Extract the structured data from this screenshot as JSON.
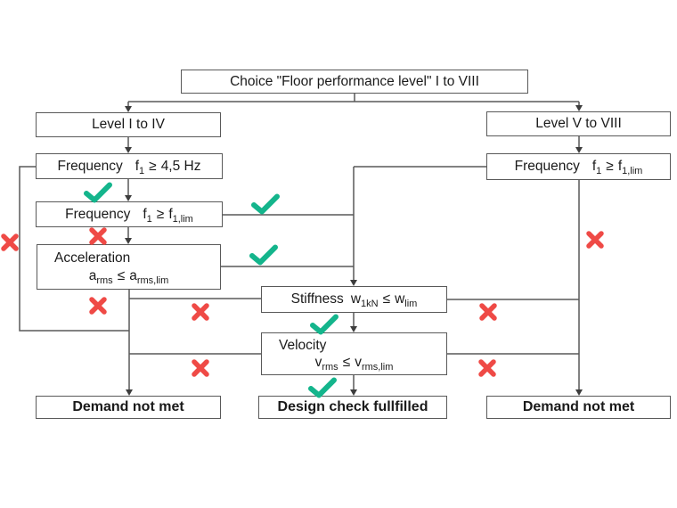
{
  "colors": {
    "pass_check": "#14b58c",
    "fail_cross": "#ef4a46",
    "line": "#595959",
    "box_border": "#595959"
  },
  "icons": {
    "pass": "check-icon",
    "fail": "cross-icon"
  },
  "nodes": {
    "choice": {
      "label": "Choice \"Floor performance level\" I to VIII"
    },
    "level_1_4": {
      "label": "Level I to IV"
    },
    "level_5_8": {
      "label": "Level V to VIII"
    },
    "freq_45": {
      "label": "Frequency",
      "formula": {
        "lhs": "f",
        "lhs_sub": "1",
        "op": "≥",
        "rhs": "4,5 Hz"
      }
    },
    "freq_lim_left": {
      "label": "Frequency",
      "formula": {
        "lhs": "f",
        "lhs_sub": "1",
        "op": "≥",
        "rhs": "f",
        "rhs_sub": "1,lim"
      }
    },
    "freq_lim_right": {
      "label": "Frequency",
      "formula": {
        "lhs": "f",
        "lhs_sub": "1",
        "op": "≥",
        "rhs": "f",
        "rhs_sub": "1,lim"
      }
    },
    "acceleration": {
      "label": "Acceleration",
      "formula": {
        "lhs": "a",
        "lhs_sub": "rms",
        "op": "≤",
        "rhs": "a",
        "rhs_sub": "rms,lim"
      }
    },
    "stiffness": {
      "label": "Stiffness",
      "formula": {
        "lhs": "w",
        "lhs_sub": "1kN",
        "op": "≤",
        "rhs": "w",
        "rhs_sub": "lim"
      }
    },
    "velocity": {
      "label": "Velocity",
      "formula": {
        "lhs": "v",
        "lhs_sub": "rms",
        "op": "≤",
        "rhs": "v",
        "rhs_sub": "rms,lim"
      }
    },
    "demand_left": {
      "label": "Demand not met"
    },
    "design_check": {
      "label": "Design check fullfilled"
    },
    "demand_right": {
      "label": "Demand not met"
    }
  }
}
